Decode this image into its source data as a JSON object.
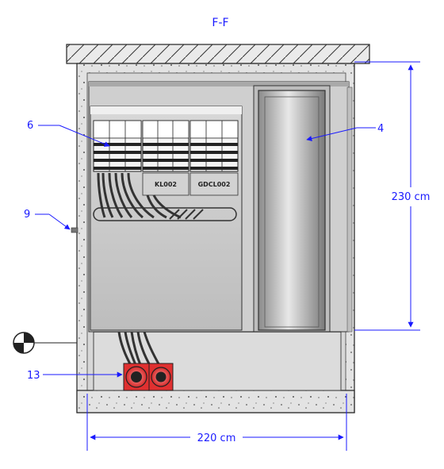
{
  "drawing": {
    "section_title": "F-F",
    "callouts": [
      {
        "id": "6",
        "text": "6"
      },
      {
        "id": "4",
        "text": "4"
      },
      {
        "id": "9",
        "text": "9"
      },
      {
        "id": "13",
        "text": "13"
      }
    ],
    "dimensions": {
      "height_label": "230 cm",
      "width_label": "220 cm"
    },
    "module_labels": [
      "KL002",
      "GDCL002"
    ],
    "colors": {
      "annotation": "#1a1aff",
      "concrete": "#e3e3e3",
      "panel": "#c9c9c9",
      "duct": "#e03030"
    }
  }
}
